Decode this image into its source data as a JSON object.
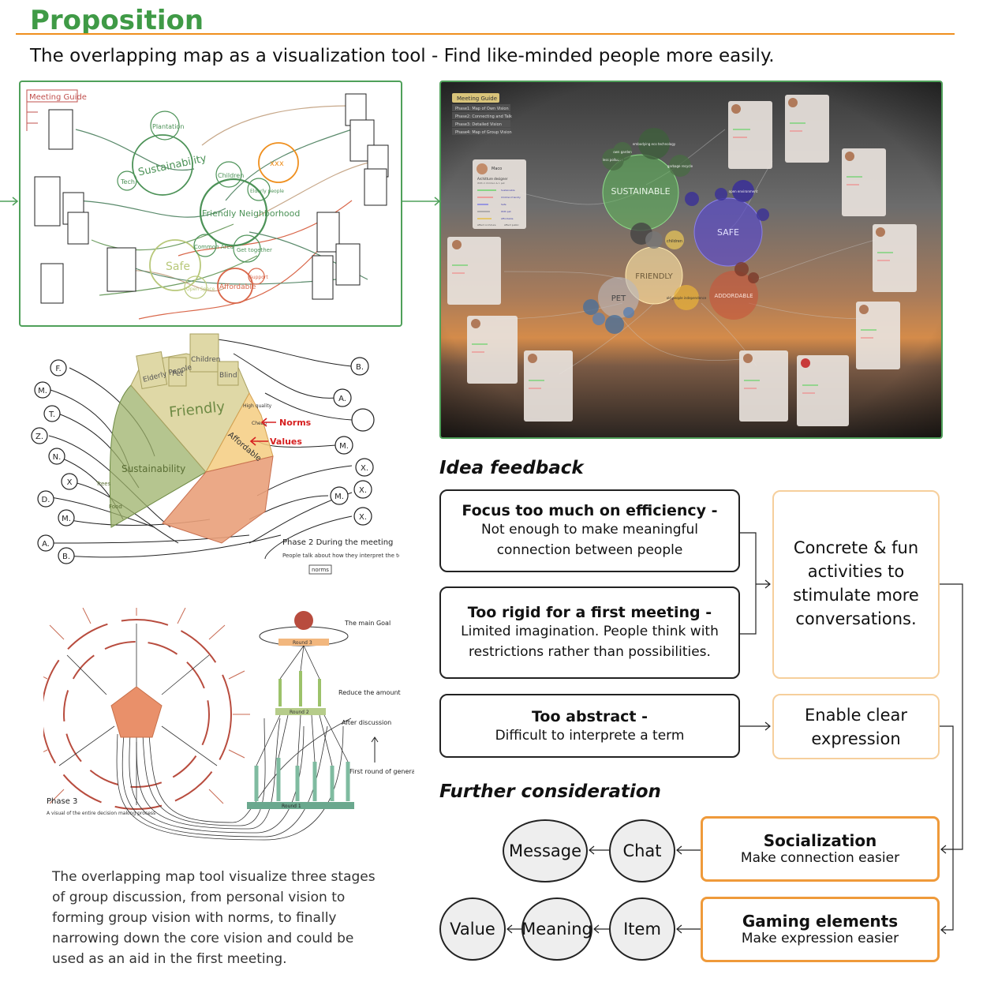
{
  "header": {
    "title": "Proposition",
    "subtitle": "The overlapping map as a visualization tool - Find like-minded people more easily."
  },
  "sketch1": {
    "meeting_guide": "Meeting Guide",
    "bubbles": [
      "Sustainability",
      "Plantation",
      "Tech",
      "Children",
      "Elderly people",
      "Friendly Neighborhood",
      "xxx",
      "Safe",
      "Common Area",
      "Get together",
      "Affordable",
      "Support",
      "Open Space"
    ]
  },
  "photo": {
    "meeting_guide": "Meeting Guide",
    "phases": [
      "Phase1: Map of Own Vision",
      "Phase2: Connecting and Talk",
      "Phase3: Detailed Vision",
      "Phase4: Map of Group Vision"
    ],
    "bubbles": [
      "SUSTAINABLE",
      "SAFE",
      "FRIENDLY",
      "PET",
      "ADDORDABLE",
      "children",
      "old people independence",
      "less pollution",
      "own garden",
      "garbage recycle",
      "embodying eco technology",
      "open environment"
    ],
    "card_name": "Maco",
    "card_role": "Architture designer",
    "card_sub": "With 2 children & 1 pet",
    "card_tags": [
      "Sustainable",
      "Children friendly",
      "Safe",
      "With pet",
      "Affordable"
    ],
    "card_foot": [
      "Affect on future",
      "Affect public"
    ]
  },
  "sketch2": {
    "petals": [
      "Elderly People",
      "Pet",
      "Children",
      "Blind",
      "Friendly",
      "Sustainability",
      "Trees",
      "Food",
      "High quality",
      "Cheap",
      "Affordable"
    ],
    "annotations": [
      "Norms",
      "Values"
    ],
    "people_left": [
      "F.",
      "M.",
      "T.",
      "Z.",
      "N.",
      "X",
      "D.",
      "M.",
      "A.",
      "B."
    ],
    "people_right": [
      "B.",
      "A.",
      "",
      "M.",
      "X.",
      "M.",
      "X.",
      "X."
    ],
    "phase_title": "Phase 2 During the meeting",
    "phase_text": "People talk about how they interpret the term with different mid level",
    "phase_boxed": "norms"
  },
  "sketch3": {
    "labels": [
      "The main Goal",
      "Reduce the amount",
      "After discussion",
      "First round of generated visions"
    ],
    "rounds": [
      "Round 3",
      "Round 2",
      "Round 1"
    ],
    "phase_title": "Phase 3",
    "phase_text": "A visual of the entire decision making process"
  },
  "description": "The overlapping map tool visualize three stages of group discussion, from personal vision to forming group vision with norms, to finally narrowing down the core vision and could be used as an aid in the first meeting.",
  "feedback": {
    "heading": "Idea feedback",
    "items": [
      {
        "title": "Focus too much on efficiency",
        "body": "Not enough to make meaningful connection between people"
      },
      {
        "title": "Too rigid for a first meeting",
        "body": "Limited imagination. People think with restrictions rather than possibilities."
      },
      {
        "title": "Too abstract",
        "body": "Difficult to interprete a term"
      }
    ],
    "solutions": [
      "Concrete & fun activities to stimulate more conversations.",
      "Enable clear expression"
    ]
  },
  "further": {
    "heading": "Further consideration",
    "items": [
      {
        "title": "Socialization",
        "body": "Make connection easier"
      },
      {
        "title": "Gaming elements",
        "body": "Make expression easier"
      }
    ],
    "chain1": [
      "Chat",
      "Message"
    ],
    "chain2": [
      "Item",
      "Meaning",
      "Value"
    ]
  },
  "colors": {
    "accent_orange": "#ef8f1e",
    "accent_green": "#3f9a46",
    "box_orange_light": "#f6cf9c",
    "box_orange": "#ef9a3a"
  }
}
